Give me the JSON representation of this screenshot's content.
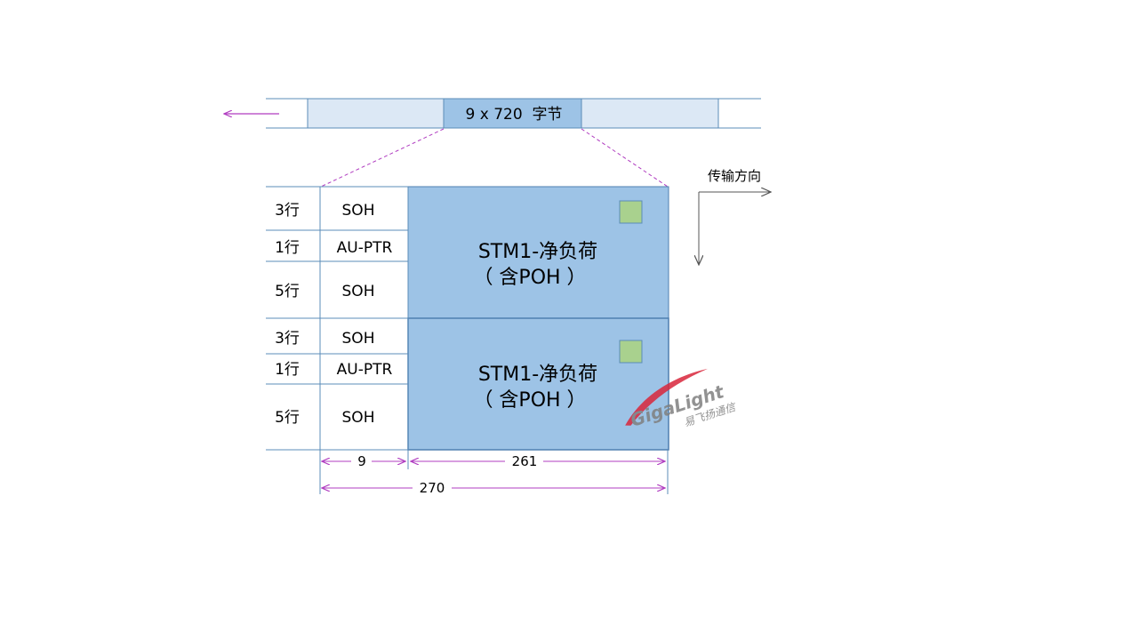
{
  "colors": {
    "frame_fill": "#dce8f5",
    "frame_center_fill": "#9dc3e6",
    "frame_border": "#5b8cb8",
    "payload_fill": "#9dc3e6",
    "payload_border": "#4f7fb0",
    "poh_marker": "#a9d18e",
    "dim_arrow": "#b03cc0",
    "dashed_line": "#b03cc0",
    "grid_line": "#5b8cb8",
    "direction_axis": "#555555",
    "logo_red": "#d9263b",
    "logo_gray": "#7f7f7f"
  },
  "frame_stream": {
    "label": "9 x 720  字节",
    "arrow_icon": "left-arrow-icon"
  },
  "transmission_direction": {
    "label": "传输方向"
  },
  "frames": [
    {
      "rows": [
        {
          "count": "3行",
          "field": "SOH"
        },
        {
          "count": "1行",
          "field": "AU-PTR"
        },
        {
          "count": "5行",
          "field": "SOH"
        }
      ],
      "payload": {
        "line1": "STM1-净负荷",
        "line2": "（ 含POH ）"
      }
    },
    {
      "rows": [
        {
          "count": "3行",
          "field": "SOH"
        },
        {
          "count": "1行",
          "field": "AU-PTR"
        },
        {
          "count": "5行",
          "field": "SOH"
        }
      ],
      "payload": {
        "line1": "STM1-净负荷",
        "line2": "（ 含POH ）"
      }
    }
  ],
  "dimensions": {
    "overhead": "9",
    "payload": "261",
    "total": "270"
  },
  "logo": {
    "brand": "GigaLight",
    "subtitle": "易飞扬通信"
  }
}
